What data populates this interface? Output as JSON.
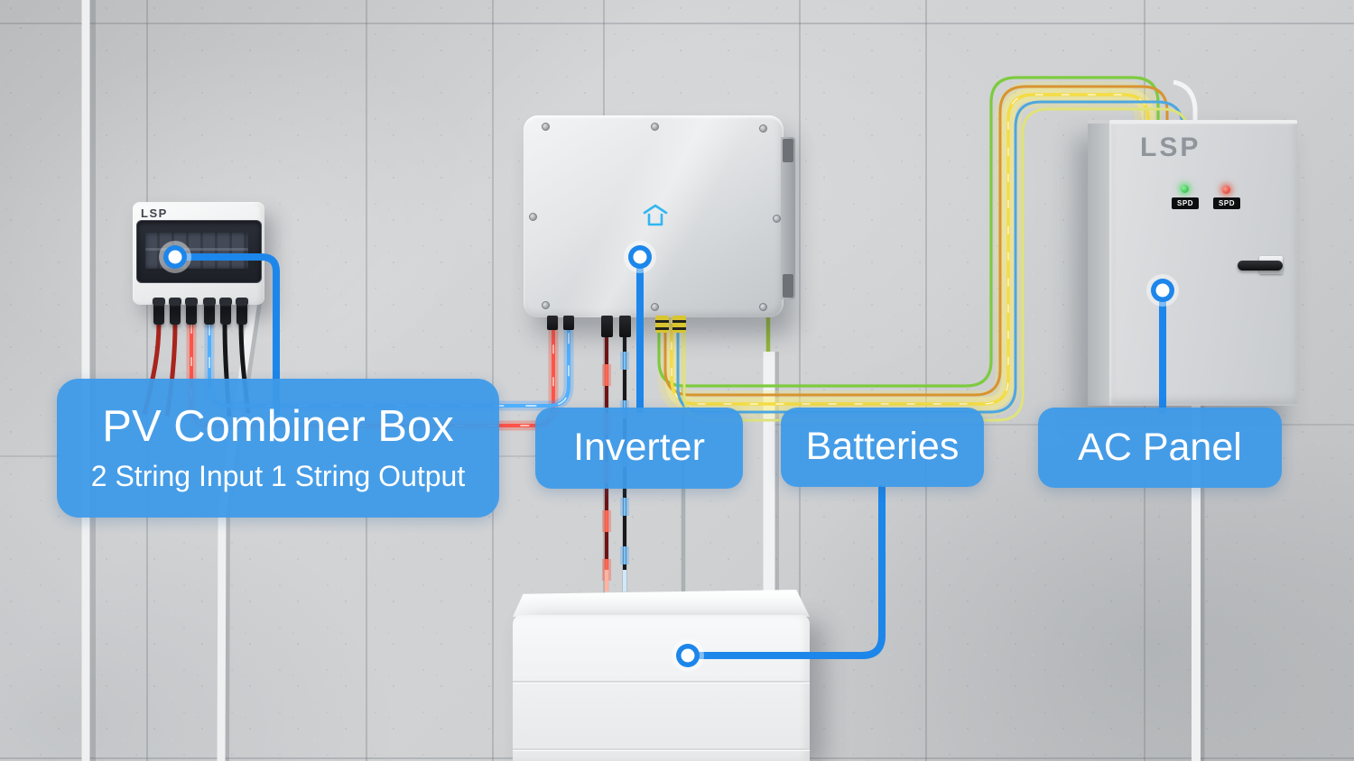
{
  "callouts": {
    "pv_combiner": {
      "title": "PV Combiner Box",
      "subtitle": "2 String Input 1 String Output"
    },
    "inverter": {
      "title": "Inverter"
    },
    "batteries": {
      "title": "Batteries"
    },
    "ac_panel": {
      "title": "AC Panel"
    }
  },
  "devices": {
    "pv_combiner_box": {
      "brand": "LSP"
    },
    "inverter": {
      "status_icon": "home-icon"
    },
    "battery_stack": {
      "module_count": 3
    },
    "ac_panel": {
      "brand": "LSP",
      "indicators": [
        {
          "label": "SPD",
          "led": "green"
        },
        {
          "label": "SPD",
          "led": "red"
        }
      ]
    }
  },
  "colors": {
    "callout_label_bg": "#3e9ae8",
    "callout_line": "#1d86ea",
    "cable_dc_positive": "#ff5348",
    "cable_dc_negative": "#4fb0ff",
    "cable_ac_yellow": "#f4dc43",
    "cable_ac_green": "#7ecb3f",
    "cable_ac_orange": "#d99430",
    "cable_ac_blue": "#4da7e0",
    "wall": "#cbcdd0"
  }
}
